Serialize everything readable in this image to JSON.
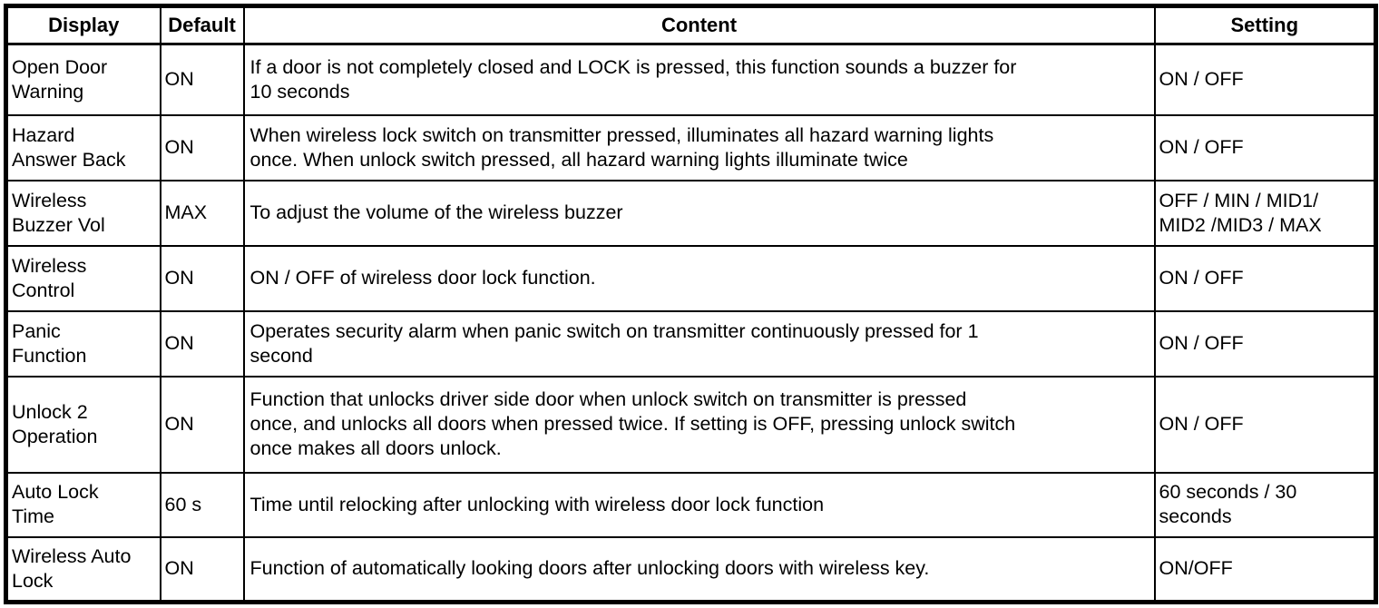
{
  "table": {
    "columns": [
      "Display",
      "Default",
      "Content",
      "Setting"
    ],
    "rows": [
      {
        "display": "Open Door\nWarning",
        "default": "ON",
        "content": "If a door is not completely closed and LOCK is pressed, this function sounds a buzzer for\n10 seconds",
        "setting": "ON / OFF"
      },
      {
        "display": "Hazard\nAnswer Back",
        "default": "ON",
        "content": "When wireless lock switch on transmitter pressed, illuminates all hazard warning lights\nonce. When unlock switch pressed, all hazard warning lights illuminate twice",
        "setting": "ON / OFF"
      },
      {
        "display": "Wireless\nBuzzer Vol",
        "default": "MAX",
        "content": "To adjust the volume of the wireless buzzer",
        "setting": "OFF / MIN / MID1/\nMID2 /MID3 / MAX"
      },
      {
        "display": "Wireless\nControl",
        "default": "ON",
        "content": "ON / OFF of wireless door lock function.",
        "setting": "ON / OFF"
      },
      {
        "display": "Panic\nFunction",
        "default": "ON",
        "content": "Operates security alarm when panic switch on transmitter continuously pressed for 1\nsecond",
        "setting": "ON / OFF"
      },
      {
        "display": "Unlock 2\nOperation",
        "default": "ON",
        "content": "Function that unlocks driver side door when unlock switch on transmitter is pressed\nonce, and unlocks all doors when pressed twice. If setting is OFF, pressing unlock switch\nonce makes all doors unlock.",
        "setting": "ON / OFF"
      },
      {
        "display": "Auto Lock\nTime",
        "default": "60 s",
        "content": "Time until relocking after unlocking with wireless door lock function",
        "setting": "60 seconds / 30\nseconds"
      },
      {
        "display": "Wireless Auto\nLock",
        "default": "ON",
        "content": "Function of automatically looking doors after unlocking doors with wireless key.",
        "setting": "ON/OFF"
      }
    ]
  }
}
